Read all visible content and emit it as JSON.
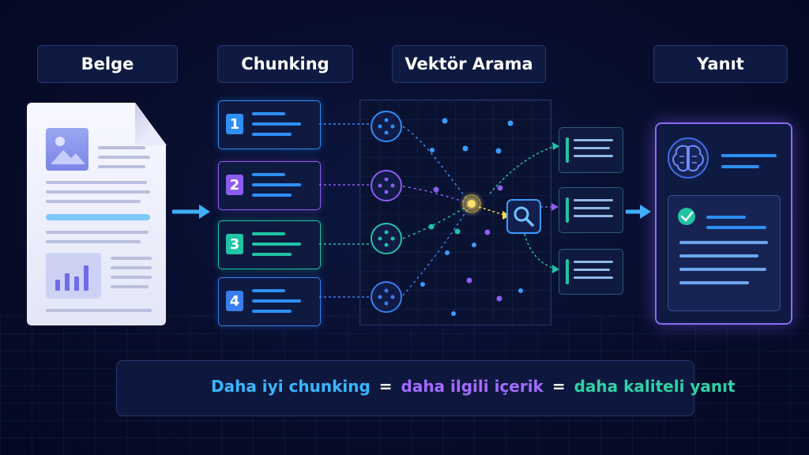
{
  "stages": {
    "belge": "Belge",
    "chunking": "Chunking",
    "vektor_arama": "Vektör Arama",
    "yanit": "Yanıt"
  },
  "chunks": [
    {
      "number": "1",
      "color": "#2e8ff5"
    },
    {
      "number": "2",
      "color": "#8d5cf0"
    },
    {
      "number": "3",
      "color": "#21c3a5"
    },
    {
      "number": "4",
      "color": "#3a7df0"
    }
  ],
  "icons": {
    "document": "document-icon",
    "brain": "brain-icon",
    "search": "search-icon",
    "check": "check-icon",
    "target": "target-icon"
  },
  "tagline": {
    "part1": "Daha iyi chunking",
    "eq1": "=",
    "part2": "daha ilgili içerik",
    "eq2": "=",
    "part3": "daha kaliteli yanıt"
  },
  "colors": {
    "blue": "#2e8ff5",
    "purple": "#8d5cf0",
    "teal": "#21c3a5",
    "cyan": "#38b6ff",
    "accent_yellow": "#ffd84a"
  }
}
